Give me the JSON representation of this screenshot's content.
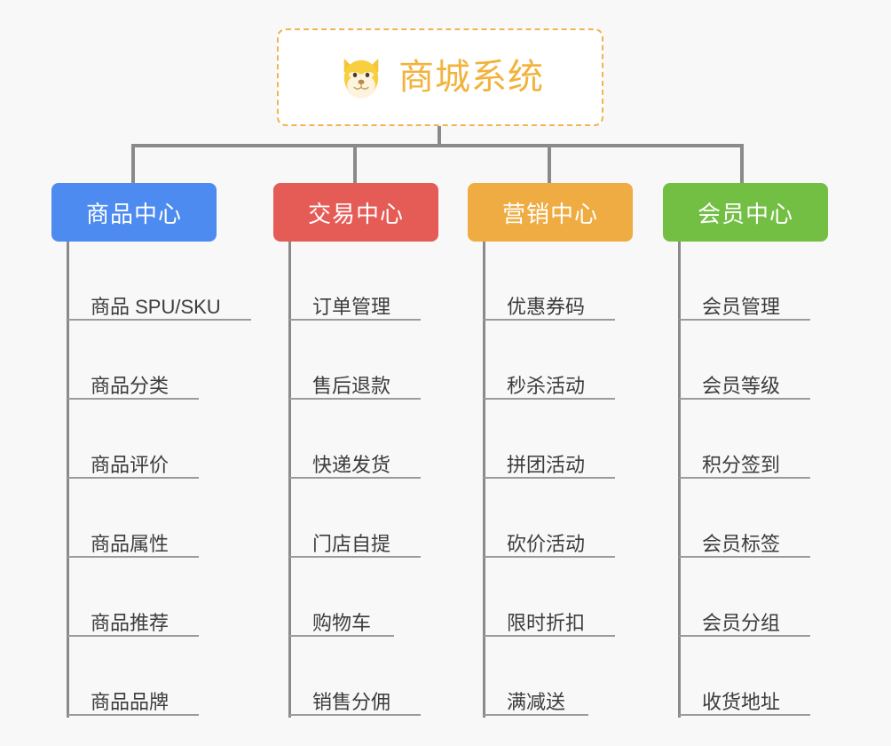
{
  "diagram": {
    "background_color": "#f8f8f8",
    "connector_color": "#8a8a8a"
  },
  "root": {
    "title": "商城系统",
    "emoji_name": "shiba-dog-face-emoji",
    "border_color": "#f0b450",
    "text_color": "#f2b33d",
    "background_color": "#ffffff"
  },
  "columns": [
    {
      "id": "product-center",
      "label": "商品中心",
      "color": "#4d8bf0",
      "items": [
        "商品 SPU/SKU",
        "商品分类",
        "商品评价",
        "商品属性",
        "商品推荐",
        "商品品牌"
      ]
    },
    {
      "id": "trade-center",
      "label": "交易中心",
      "color": "#e55b55",
      "items": [
        "订单管理",
        "售后退款",
        "快递发货",
        "门店自提",
        "购物车",
        "销售分佣"
      ]
    },
    {
      "id": "marketing-center",
      "label": "营销中心",
      "color": "#eeac42",
      "items": [
        "优惠券码",
        "秒杀活动",
        "拼团活动",
        "砍价活动",
        "限时折扣",
        "满减送"
      ]
    },
    {
      "id": "member-center",
      "label": "会员中心",
      "color": "#72bf44",
      "items": [
        "会员管理",
        "会员等级",
        "积分签到",
        "会员标签",
        "会员分组",
        "收货地址"
      ]
    }
  ]
}
